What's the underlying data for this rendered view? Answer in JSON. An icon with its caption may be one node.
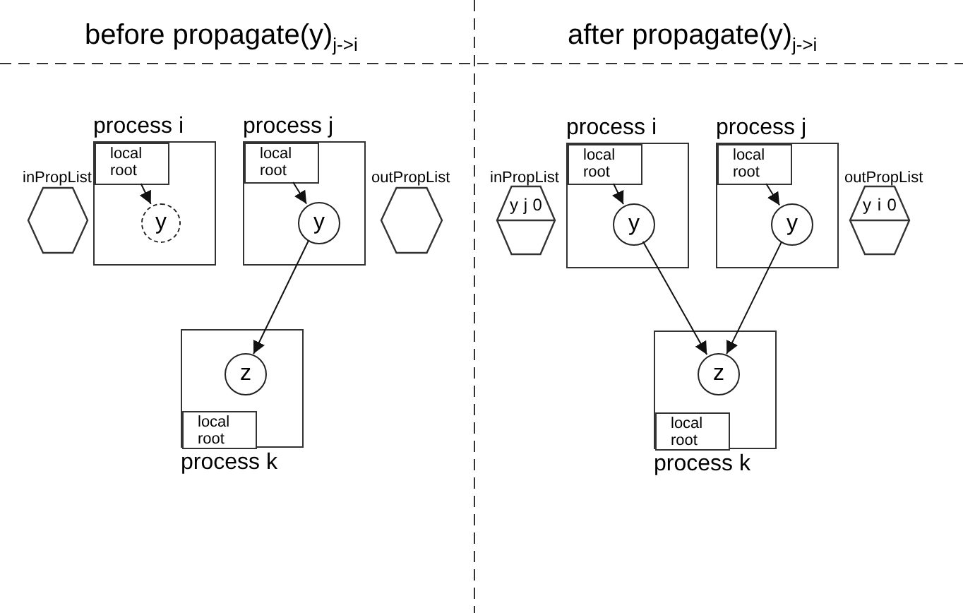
{
  "diagram": {
    "nodes": [
      {
        "text": [],
        "shape": "hexagon",
        "beside": [
          "inPropList"
        ]
      },
      {
        "text": [
          "process i"
        ]
      },
      {
        "text": [
          "local root"
        ],
        "in": 1
      },
      {
        "text": [
          "y"
        ],
        "in": 1
      },
      {
        "text": [
          "process j"
        ]
      },
      {
        "text": [
          "local root"
        ],
        "in": 4
      },
      {
        "text": [
          "y"
        ],
        "in": 4
      },
      {
        "text": [],
        "shape": "hexagon",
        "beside": [
          "outPropList"
        ]
      },
      {
        "text": [
          "process k"
        ]
      },
      {
        "text": [
          "z"
        ],
        "in": 8
      },
      {
        "text": [
          "local root"
        ],
        "in": 8
      },
      {
        "text": [
          "y",
          "j",
          "0"
        ],
        "beside": [
          "inPropList"
        ]
      },
      {
        "text": [
          "process i"
        ]
      },
      {
        "text": [
          "local root"
        ],
        "in": 12
      },
      {
        "text": [
          "y"
        ],
        "in": 12
      },
      {
        "text": [
          "process j"
        ]
      },
      {
        "text": [
          "local root"
        ],
        "in": 15
      },
      {
        "text": [
          "y"
        ],
        "in": 15
      },
      {
        "text": [
          "y",
          "i",
          "0"
        ],
        "beside": [
          "outPropList"
        ]
      },
      {
        "text": [
          "process k"
        ]
      },
      {
        "text": [
          "z"
        ],
        "in": 19
      },
      {
        "text": [
          "local root"
        ],
        "in": 19
      }
    ],
    "edges": [
      {
        "from": 2,
        "to": 3,
        "arrow": "to"
      },
      {
        "from": 5,
        "to": 6,
        "arrow": "to"
      },
      {
        "from": 6,
        "to": 9,
        "arrow": "to"
      },
      {
        "from": 13,
        "to": 14,
        "arrow": "to"
      },
      {
        "from": 16,
        "to": 17,
        "arrow": "to"
      },
      {
        "from": 14,
        "to": 20,
        "arrow": "to"
      },
      {
        "from": 17,
        "to": 20,
        "arrow": "to"
      }
    ],
    "labels": [
      "before propagate(y)$_{j->i}$",
      "after propagate(y)$_{j->i}$"
    ]
  }
}
